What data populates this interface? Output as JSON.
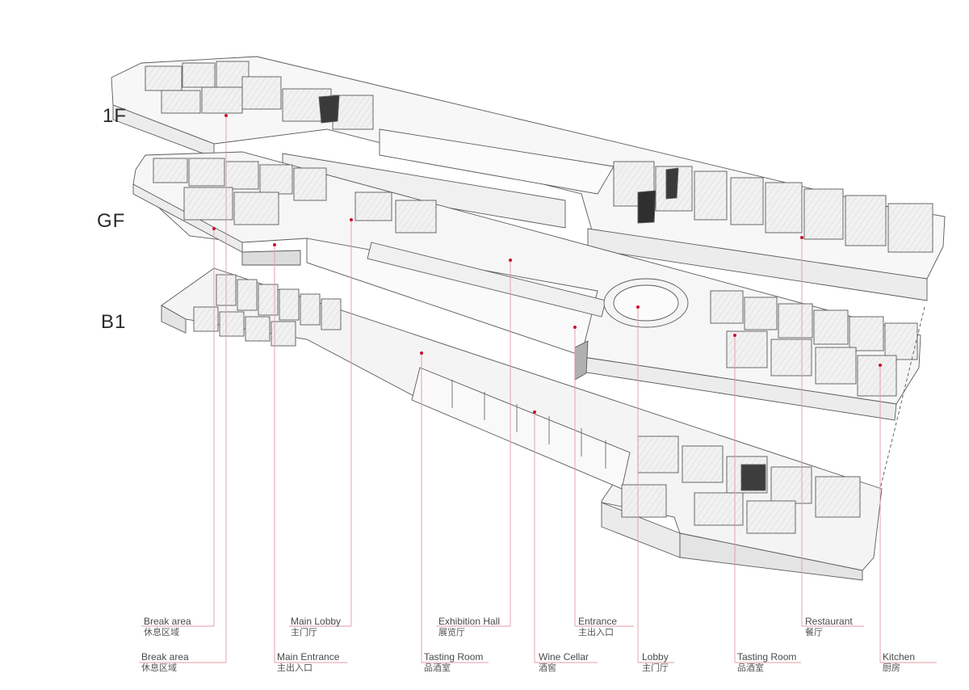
{
  "floors": {
    "first": "1F",
    "ground": "GF",
    "basement": "B1"
  },
  "labels": {
    "break_area_upper": {
      "en": "Break area",
      "zh": "休息区域"
    },
    "main_lobby": {
      "en": "Main Lobby",
      "zh": "主门厅"
    },
    "exhibition_hall": {
      "en": "Exhibition  Hall",
      "zh": "展览厅"
    },
    "entrance": {
      "en": "Entrance",
      "zh": "主出入口"
    },
    "restaurant": {
      "en": "Restaurant",
      "zh": "餐厅"
    },
    "break_area_lower": {
      "en": "Break area",
      "zh": "休息区域"
    },
    "main_entrance": {
      "en": "Main Entrance",
      "zh": "主出入口"
    },
    "tasting_room_b1": {
      "en": "Tasting Room",
      "zh": "品酒室"
    },
    "wine_cellar": {
      "en": "Wine Cellar",
      "zh": "酒窖"
    },
    "lobby": {
      "en": "Lobby",
      "zh": "主门厅"
    },
    "tasting_room_gf": {
      "en": "Tasting Room",
      "zh": "品酒室"
    },
    "kitchen": {
      "en": "Kitchen",
      "zh": "厨房"
    }
  },
  "colors": {
    "marker": "#c8102e",
    "leader": "#e39aa4",
    "wall": "#6a6a6a",
    "slab": "#f6f6f6",
    "floor": "#e9e9e9"
  }
}
